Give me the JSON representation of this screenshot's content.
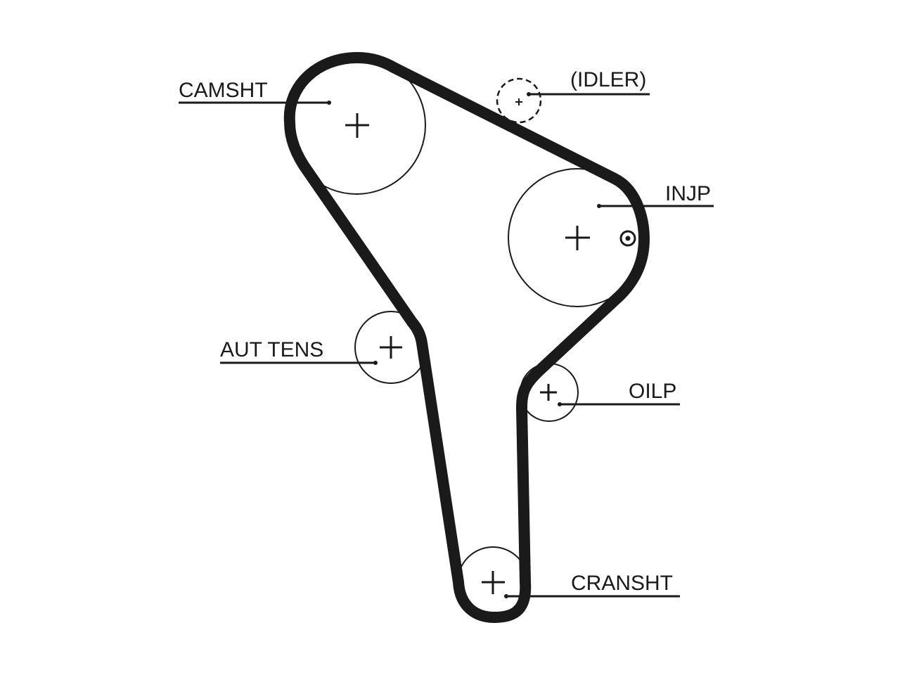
{
  "labels": {
    "camshaft": "CAMSHT",
    "idler": "(IDLER)",
    "injection_pump": "INJP",
    "auto_tensioner": "AUT TENS",
    "oil_pump": "OILP",
    "crankshaft": "CRANSHT"
  },
  "colors": {
    "belt": "#1a1a1a",
    "outline": "#1a1a1a",
    "background": "#ffffff"
  }
}
